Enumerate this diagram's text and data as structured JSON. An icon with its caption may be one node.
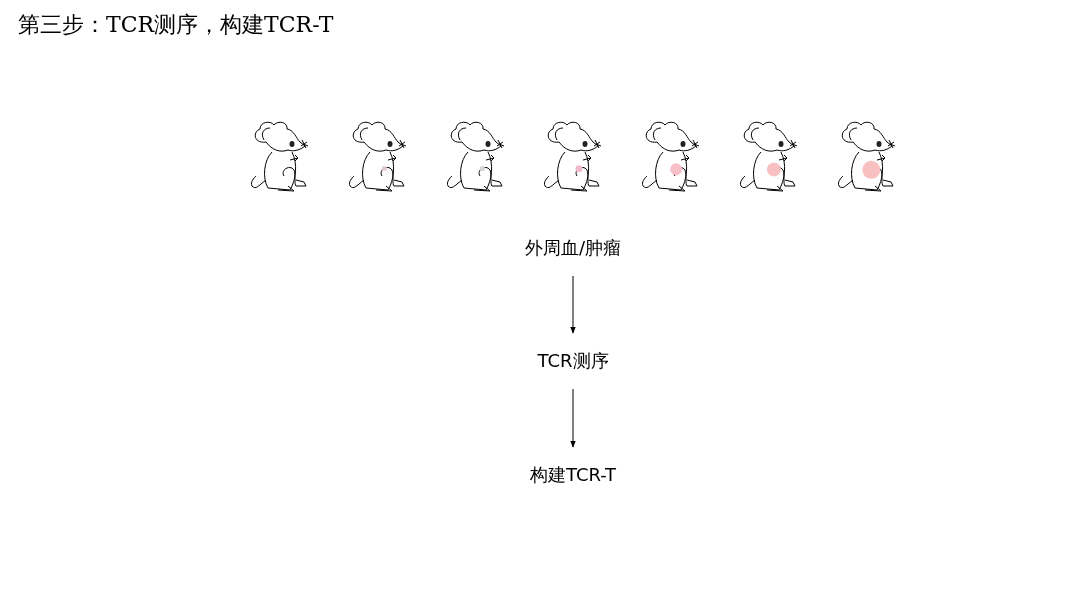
{
  "diagram": {
    "title": "第三步：TCR测序，构建TCR-T",
    "nodes": [
      {
        "text": [
          "外周血/肿瘤"
        ]
      },
      {
        "text": [
          "TCR测序"
        ]
      },
      {
        "text": [
          "构建TCR-T"
        ]
      }
    ],
    "edges": [
      {
        "from": 0,
        "to": 1,
        "arrow": "to"
      },
      {
        "from": 1,
        "to": 2,
        "arrow": "to"
      }
    ]
  }
}
